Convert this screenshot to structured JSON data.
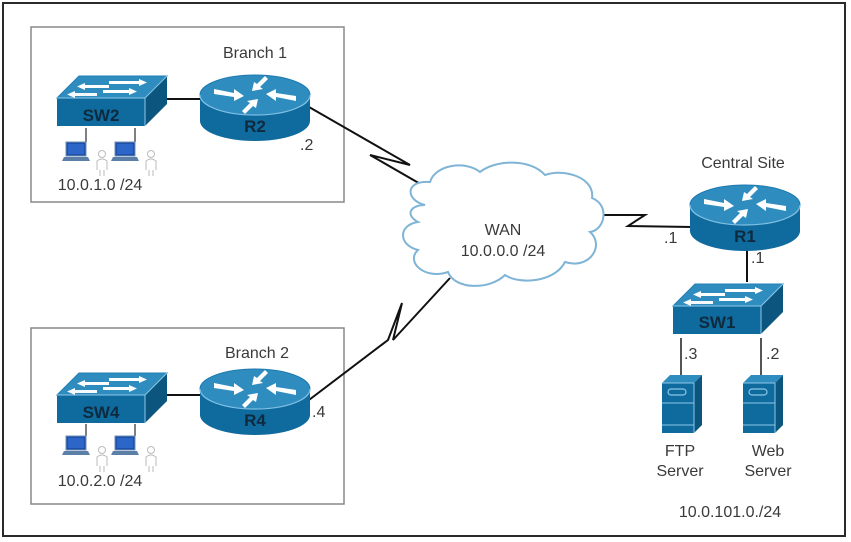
{
  "diagram": {
    "title": "Network topology",
    "colors": {
      "device_top": "#2f8cbf",
      "device_body": "#0f6a9e",
      "device_dark": "#0b557f",
      "cloud_stroke": "#7fb4d6",
      "link": "#111111",
      "box_border": "#888888"
    },
    "sites": {
      "branch1": {
        "label": "Branch 1",
        "subnet": "10.0.1.0 /24"
      },
      "branch2": {
        "label": "Branch 2",
        "subnet": "10.0.2.0 /24"
      },
      "central": {
        "label": "Central Site",
        "subnet": "10.0.101.0./24"
      }
    },
    "wan": {
      "label": "WAN",
      "subnet": "10.0.0.0 /24"
    },
    "devices": {
      "sw2": "SW2",
      "r2": "R2",
      "sw4": "SW4",
      "r4": "R4",
      "r1": "R1",
      "sw1": "SW1"
    },
    "servers": {
      "ftp": {
        "line1": "FTP",
        "line2": "Server"
      },
      "web": {
        "line1": "Web",
        "line2": "Server"
      }
    },
    "interfaces": {
      "r2_wan": ".2",
      "r4_wan": ".4",
      "r1_wan": ".1",
      "r1_lan": ".1",
      "ftp": ".3",
      "web": ".2"
    }
  }
}
